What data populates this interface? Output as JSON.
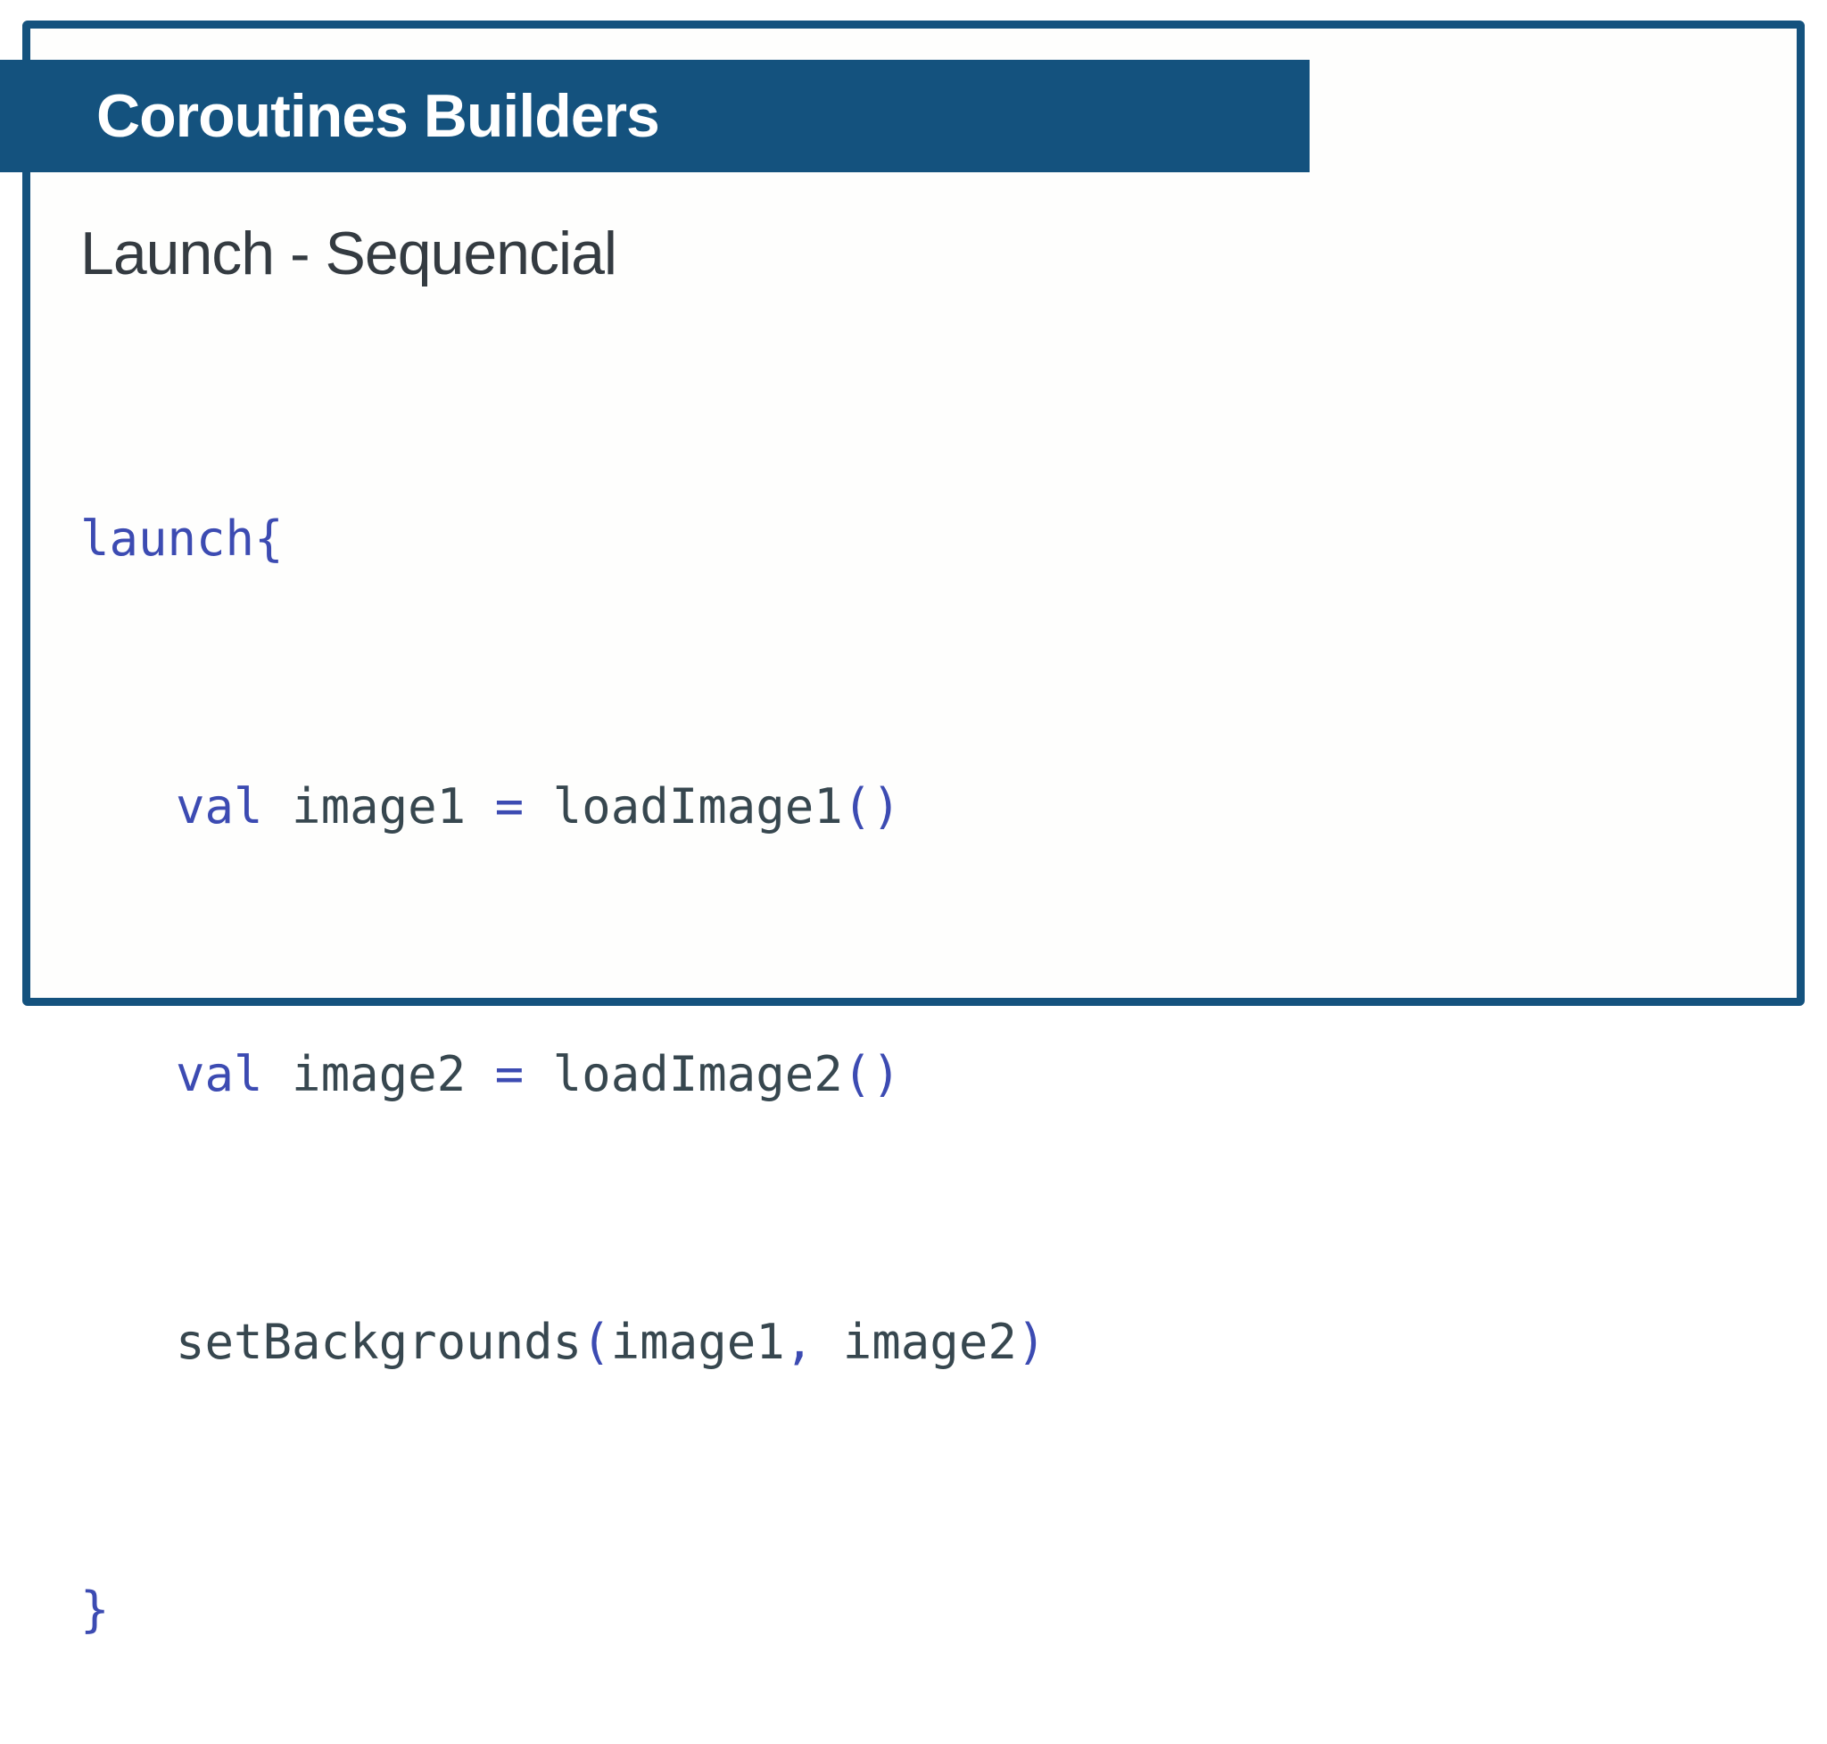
{
  "slide": {
    "title": "Coroutines Builders",
    "subtitle": "Launch - Sequencial",
    "colors": {
      "frame_blue": "#14527E",
      "keyword_blue": "#3C4BB2",
      "code_text": "#37474F",
      "subtitle_text": "#343B41",
      "title_text": "#FFFFFF",
      "page_bg": "#FFFFFF",
      "slide_bg": "#FEFEFD"
    },
    "code": {
      "l1": {
        "t1": "launch{"
      },
      "l2": {
        "t1": "val",
        "t2": " image1 ",
        "t3": "=",
        "t4": " loadImage1",
        "t5": "()"
      },
      "l3": {
        "t1": "val",
        "t2": " image2 ",
        "t3": "=",
        "t4": " loadImage2",
        "t5": "()"
      },
      "l4": {
        "t1": "setBackgrounds",
        "t2": "(",
        "t3": "image1",
        "t4": ",",
        "t5": " image2",
        "t6": ")"
      },
      "l5": {
        "t1": "}"
      }
    }
  }
}
